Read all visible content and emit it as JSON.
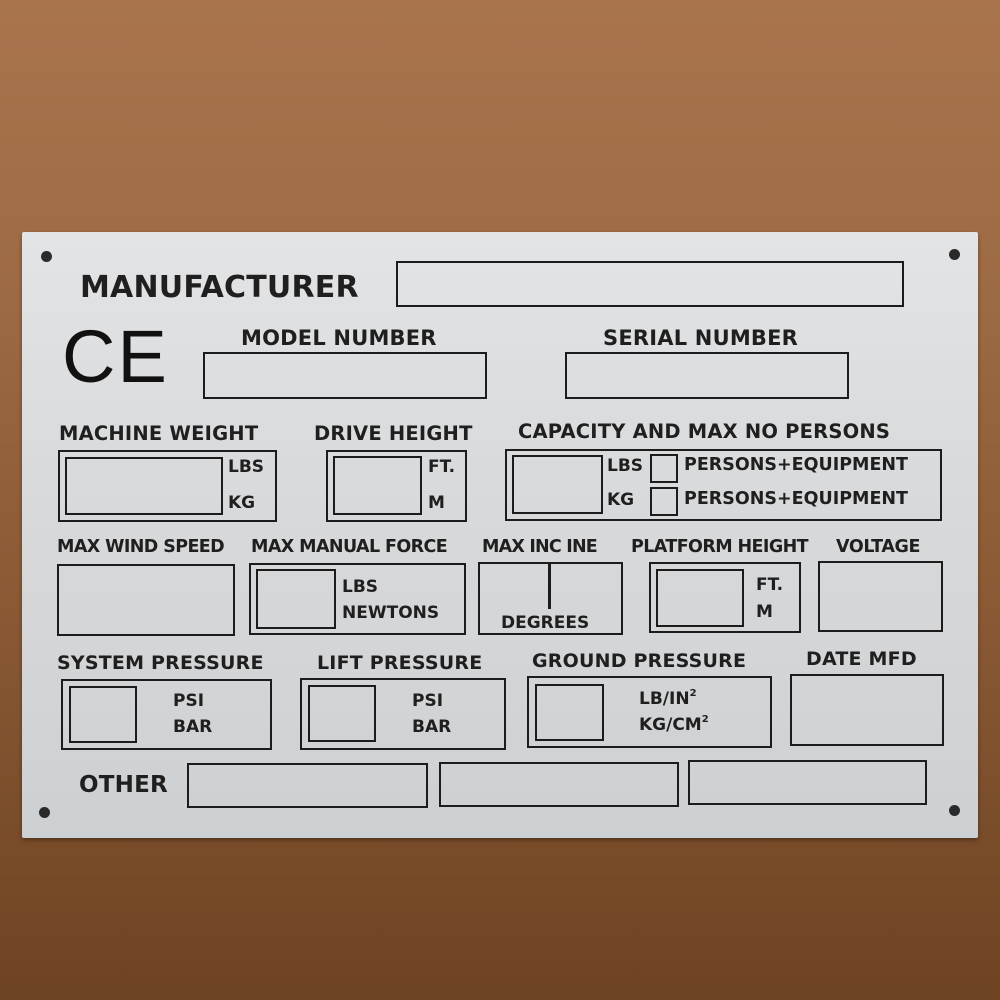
{
  "plate": {
    "mark": "CE",
    "manufacturer": {
      "label": "MANUFACTURER"
    },
    "model_number": {
      "label": "MODEL NUMBER"
    },
    "serial_number": {
      "label": "SERIAL NUMBER"
    },
    "machine_weight": {
      "label": "MACHINE WEIGHT",
      "units": [
        "LBS",
        "KG"
      ]
    },
    "drive_height": {
      "label": "DRIVE HEIGHT",
      "units": [
        "FT.",
        "M"
      ]
    },
    "capacity": {
      "label": "CAPACITY AND MAX NO PERSONS",
      "units": [
        "LBS",
        "KG"
      ],
      "persons_rows": [
        "PERSONS+EQUIPMENT",
        "PERSONS+EQUIPMENT"
      ]
    },
    "max_wind_speed": {
      "label": "MAX WIND SPEED"
    },
    "max_manual_force": {
      "label": "MAX MANUAL FORCE",
      "units": [
        "LBS",
        "NEWTONS"
      ]
    },
    "max_incline": {
      "label": "MAX INC  INE",
      "unit": "DEGREES"
    },
    "platform_height": {
      "label": "PLATFORM HEIGHT",
      "units": [
        "FT.",
        "M"
      ]
    },
    "voltage": {
      "label": "VOLTAGE"
    },
    "system_pressure": {
      "label": "SYSTEM PRESSURE",
      "units": [
        "PSI",
        "BAR"
      ]
    },
    "lift_pressure": {
      "label": "LIFT PRESSURE",
      "units": [
        "PSI",
        "BAR"
      ]
    },
    "ground_pressure": {
      "label": "GROUND PRESSURE",
      "units": [
        "LB/IN",
        "KG/CM"
      ],
      "superscript": "2"
    },
    "date_mfd": {
      "label": "DATE MFD"
    },
    "other": {
      "label": "OTHER"
    }
  },
  "colors": {
    "background_leather": "#9c6a44",
    "plate_aluminum": "#d8dadc",
    "ink": "#1c1c1c"
  }
}
